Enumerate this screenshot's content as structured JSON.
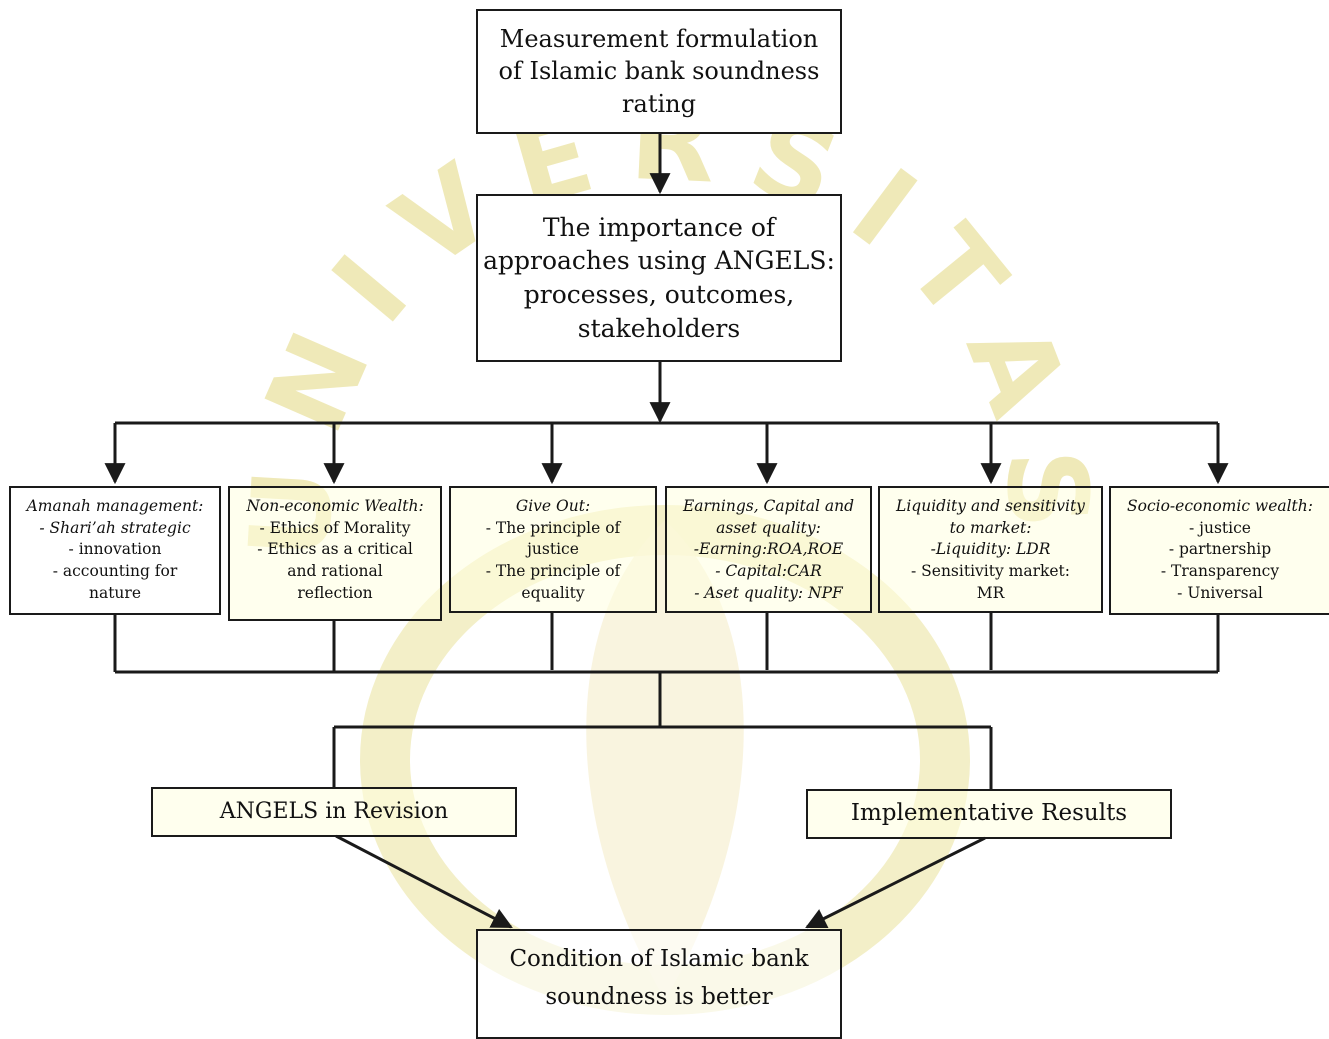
{
  "top_box": {
    "lines": [
      "Measurement formulation",
      "of Islamic bank soundness",
      "rating"
    ]
  },
  "second_box": {
    "lines": [
      "The importance of",
      "approaches using ANGELS:",
      "processes, outcomes,",
      "stakeholders"
    ]
  },
  "categories": [
    {
      "head": [
        "Amanah management:"
      ],
      "items": [
        "- Shari’ah strategic",
        "- innovation",
        "- accounting for",
        "nature"
      ]
    },
    {
      "head": [
        "Non-economic Wealth:"
      ],
      "items": [
        "- Ethics of Morality",
        "- Ethics as a critical",
        "and rational",
        "reflection"
      ]
    },
    {
      "head": [
        "Give Out:"
      ],
      "items": [
        "- The principle of",
        "justice",
        "- The principle of",
        "equality"
      ]
    },
    {
      "head": [
        "Earnings, Capital and",
        "asset quality:"
      ],
      "items": [
        "-Earning:ROA,ROE",
        "- Capital:CAR",
        "- Aset quality: NPF"
      ]
    },
    {
      "head": [
        "Liquidity and sensitivity",
        "to market:"
      ],
      "items": [
        "-Liquidity: LDR",
        "- Sensitivity  market:",
        "MR"
      ]
    },
    {
      "head": [
        "Socio-economic wealth:"
      ],
      "items": [
        "- justice",
        "- partnership",
        "- Transparency",
        "- Universal"
      ]
    }
  ],
  "revision_box": {
    "label": "ANGELS in Revision"
  },
  "results_box": {
    "label": "Implementative Results"
  },
  "bottom_box": {
    "lines": [
      "Condition of Islamic bank",
      "soundness is better"
    ]
  },
  "watermark_text": "UNIVERSITAS",
  "colors": {
    "line": "#1a1a1a",
    "yellow_fill": "#fffde0",
    "white_fill": "#ffffff",
    "watermark": "#e8e2a6"
  }
}
